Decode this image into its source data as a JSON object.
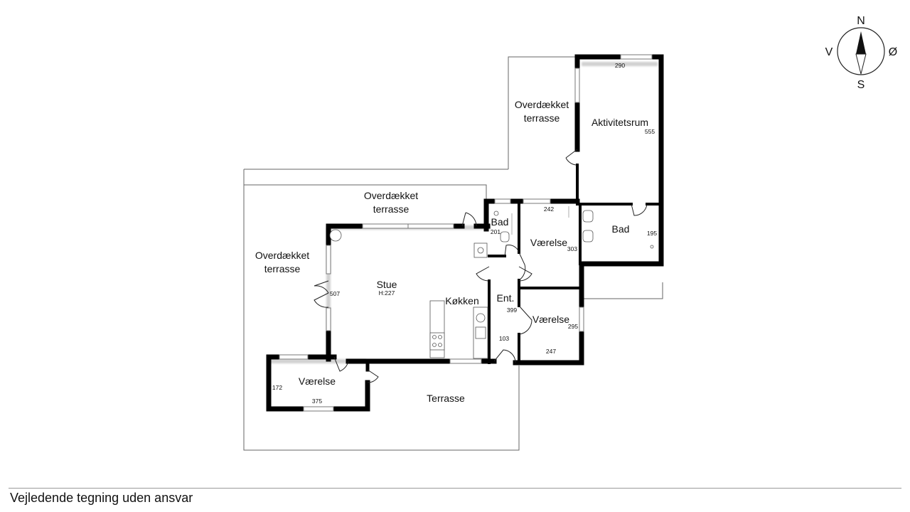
{
  "rooms": {
    "covered_terrace_top": [
      "Overdækket",
      "terrasse"
    ],
    "covered_terrace_mid": [
      "Overdækket",
      "terrasse"
    ],
    "covered_terrace_left": [
      "Overdækket",
      "terrasse"
    ],
    "activity_room": "Aktivitetsrum",
    "bath_small": "Bad",
    "bath_large": "Bad",
    "bedroom_mid": "Værelse",
    "bedroom_lower": "Værelse",
    "bedroom_left": "Værelse",
    "living_room": "Stue",
    "living_room_height": "H:227",
    "kitchen": "Køkken",
    "entrance": "Ent.",
    "terrace": "Terrasse"
  },
  "dimensions": {
    "d290": "290",
    "d555": "555",
    "d242": "242",
    "d201": "201",
    "d303": "303",
    "d195": "195",
    "d507": "507",
    "d399": "399",
    "d295": "295",
    "d103": "103",
    "d247": "247",
    "d172": "172",
    "d375": "375"
  },
  "compass": {
    "north": "N",
    "south": "S",
    "west": "V",
    "east": "Ø"
  },
  "footer": {
    "disclaimer": "Vejledende tegning uden ansvar"
  }
}
